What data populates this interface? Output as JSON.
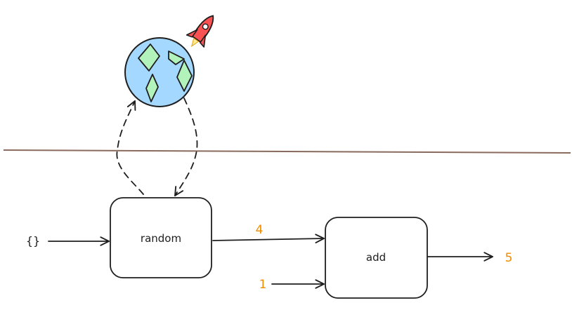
{
  "colors": {
    "divider": "#8a6a5c",
    "stroke": "#1e1e1e",
    "value": "#f08c00",
    "globe_ocean": "#a5d8ff",
    "globe_land": "#b2f2bb",
    "rocket": "#fa5252"
  },
  "icons": {
    "globe": "globe-icon",
    "rocket": "rocket-icon"
  },
  "nodes": {
    "random": {
      "label": "random"
    },
    "add": {
      "label": "add"
    }
  },
  "input_symbol": "{}",
  "values": {
    "random_output": "4",
    "add_second_input": "1",
    "add_output": "5"
  }
}
